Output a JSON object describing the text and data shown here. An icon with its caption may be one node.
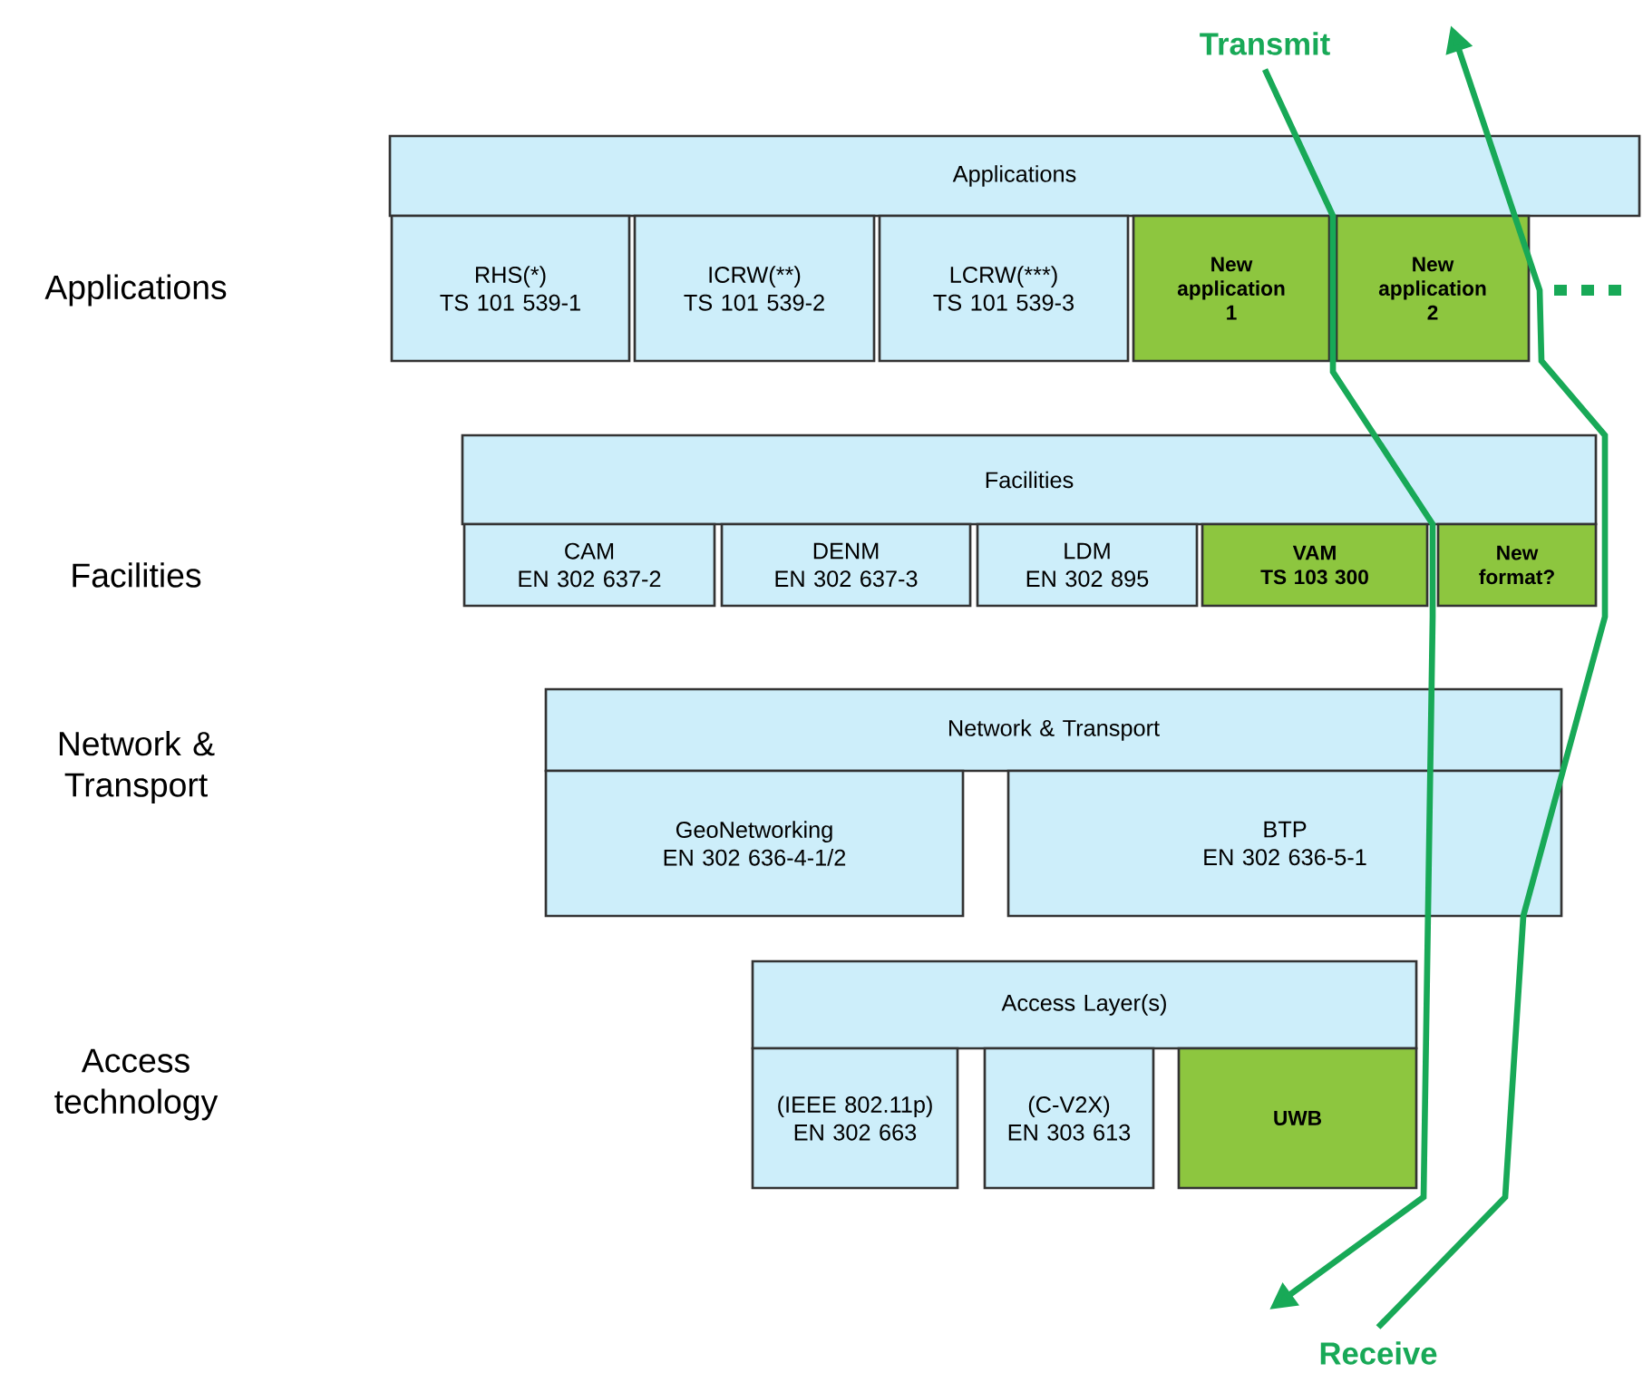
{
  "diagram": {
    "nodes": [
      {
        "text": [
          "Transmit"
        ]
      },
      {
        "text": [
          "Applications"
        ]
      },
      {
        "text": [
          "RHS(*)",
          "TS 101 539-1"
        ]
      },
      {
        "text": [
          "ICRW(**)",
          "TS 101 539-2"
        ]
      },
      {
        "text": [
          "LCRW(***)",
          "TS 101 539-3"
        ]
      },
      {
        "text": [
          "New application 1"
        ]
      },
      {
        "text": [
          "New application 2"
        ]
      },
      {
        "text": [
          "Facilities"
        ]
      },
      {
        "text": [
          "CAM",
          "EN 302 637-2"
        ]
      },
      {
        "text": [
          "DENM",
          "EN 302 637-3"
        ]
      },
      {
        "text": [
          "LDM",
          "EN 302 895"
        ]
      },
      {
        "text": [
          "VAM",
          "TS 103 300"
        ]
      },
      {
        "text": [
          "New format?"
        ]
      },
      {
        "text": [
          "Network & Transport"
        ]
      },
      {
        "text": [
          "GeoNetworking",
          "EN 302 636-4-1/2"
        ]
      },
      {
        "text": [
          "BTP",
          "EN 302 636-5-1"
        ]
      },
      {
        "text": [
          "Access Layer(s)"
        ]
      },
      {
        "text": [
          "(IEEE 802.11p)",
          "EN 302 663"
        ]
      },
      {
        "text": [
          "(C-V2X)",
          "EN 303 613"
        ]
      },
      {
        "text": [
          "UWB"
        ]
      },
      {
        "text": [
          "Receive"
        ]
      }
    ],
    "edges": [
      {
        "from": 0,
        "to": null,
        "arrow": "to"
      },
      {
        "from": 20,
        "to": null,
        "arrow": "to"
      }
    ],
    "labels": [
      "Applications",
      "Facilities",
      "Network & Transport",
      "Access technology"
    ]
  }
}
